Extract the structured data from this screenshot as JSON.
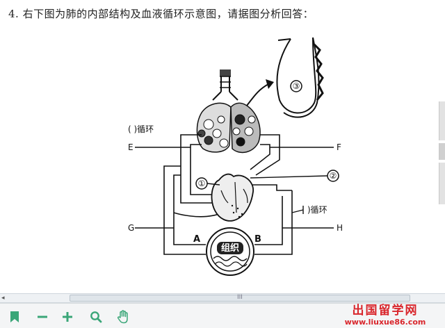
{
  "question": {
    "text": "4.  右下图为肺的内部结构及血液循环示意图，请据图分析回答："
  },
  "diagram": {
    "labels": {
      "circ_left": "(     )循环",
      "circ_right": ")循环",
      "E": "E",
      "F": "F",
      "G": "G",
      "H": "H",
      "A": "A",
      "B": "B",
      "tissue": "组织",
      "n1": "①",
      "n2": "②",
      "n3": "③"
    }
  },
  "toolbar": {
    "icons": [
      "bookmark-icon",
      "zoom-out-icon",
      "zoom-in-icon",
      "search-icon",
      "hand-icon"
    ]
  },
  "watermark": {
    "line1": "出国留学网",
    "line2": "www.liuxue86.com"
  },
  "colors": {
    "toolbar_icon": "#3aa678",
    "watermark": "#d9262c"
  }
}
